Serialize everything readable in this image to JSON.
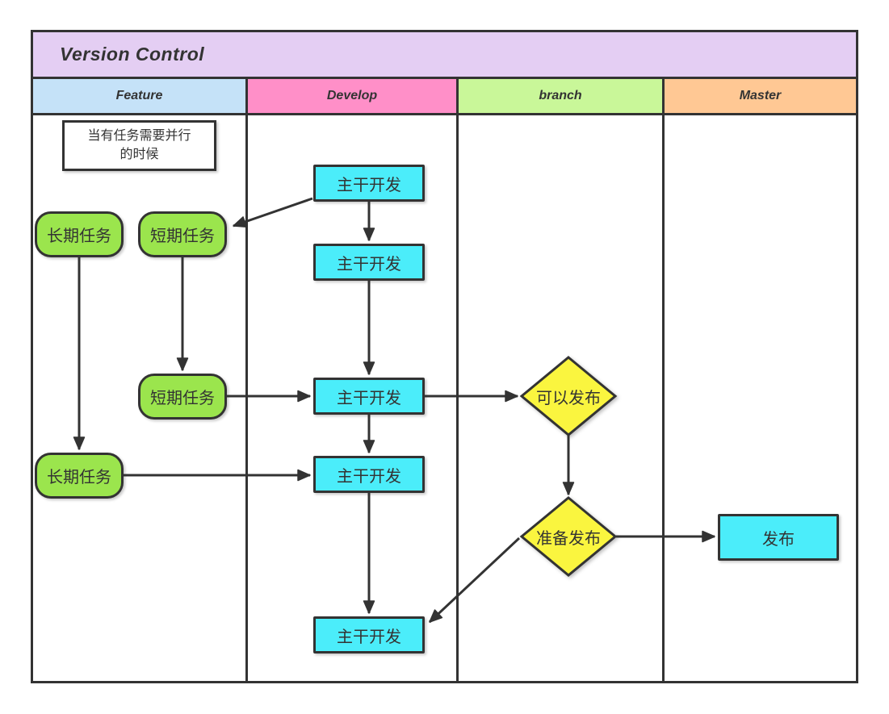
{
  "diagram": {
    "title": "Version Control",
    "type": "swimlane-flowchart",
    "lanes": [
      {
        "id": "feature",
        "label": "Feature",
        "color": "#C5E2F8"
      },
      {
        "id": "develop",
        "label": "Develop",
        "color": "#FF8FC8"
      },
      {
        "id": "branch",
        "label": "branch",
        "color": "#C9F799"
      },
      {
        "id": "master",
        "label": "Master",
        "color": "#FFC894"
      }
    ],
    "colors": {
      "title_bg": "#E4CEF3",
      "task_node": "#9BE54D",
      "trunk_node": "#4BEDFA",
      "decision_node": "#FAF53F",
      "note_bg": "#FFFFFF",
      "line": "#333333"
    },
    "nodes": {
      "note": {
        "label": "当有任务需要并行\n的时候",
        "lane": "feature",
        "shape": "note"
      },
      "long_task_1": {
        "label": "长期任务",
        "lane": "feature",
        "shape": "rounded"
      },
      "short_task_1": {
        "label": "短期任务",
        "lane": "feature",
        "shape": "rounded"
      },
      "short_task_2": {
        "label": "短期任务",
        "lane": "feature",
        "shape": "rounded"
      },
      "long_task_2": {
        "label": "长期任务",
        "lane": "feature",
        "shape": "rounded"
      },
      "trunk_dev_1": {
        "label": "主干开发",
        "lane": "develop",
        "shape": "rect"
      },
      "trunk_dev_2": {
        "label": "主干开发",
        "lane": "develop",
        "shape": "rect"
      },
      "trunk_dev_3": {
        "label": "主干开发",
        "lane": "develop",
        "shape": "rect"
      },
      "trunk_dev_4": {
        "label": "主干开发",
        "lane": "develop",
        "shape": "rect"
      },
      "trunk_dev_5": {
        "label": "主干开发",
        "lane": "develop",
        "shape": "rect"
      },
      "can_release": {
        "label": "可以发布",
        "lane": "branch",
        "shape": "diamond"
      },
      "prepare_release": {
        "label": "准备发布",
        "lane": "branch",
        "shape": "diamond"
      },
      "release": {
        "label": "发布",
        "lane": "master",
        "shape": "rect"
      }
    },
    "edges": [
      {
        "from": "trunk_dev_1",
        "to": "short_task_1"
      },
      {
        "from": "trunk_dev_1",
        "to": "trunk_dev_2"
      },
      {
        "from": "short_task_1",
        "to": "short_task_2"
      },
      {
        "from": "trunk_dev_2",
        "to": "trunk_dev_3"
      },
      {
        "from": "short_task_2",
        "to": "trunk_dev_3"
      },
      {
        "from": "trunk_dev_3",
        "to": "can_release"
      },
      {
        "from": "trunk_dev_3",
        "to": "trunk_dev_4"
      },
      {
        "from": "long_task_1",
        "to": "long_task_2"
      },
      {
        "from": "long_task_2",
        "to": "trunk_dev_4"
      },
      {
        "from": "can_release",
        "to": "prepare_release"
      },
      {
        "from": "trunk_dev_4",
        "to": "trunk_dev_5"
      },
      {
        "from": "prepare_release",
        "to": "release"
      },
      {
        "from": "prepare_release",
        "to": "trunk_dev_5"
      }
    ]
  }
}
